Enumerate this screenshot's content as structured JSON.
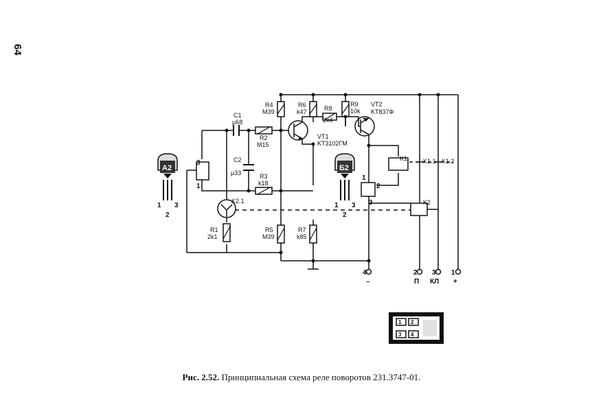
{
  "page_number": "64",
  "caption": {
    "label": "Рис. 2.52.",
    "text": "Принципиальная схема реле поворотов 231.3747-01."
  },
  "components": {
    "c1": {
      "ref": "C1",
      "value": "μ68"
    },
    "c2": {
      "ref": "C2",
      "value": "μ33"
    },
    "r1": {
      "ref": "R1",
      "value": "2k1"
    },
    "r2": {
      "ref": "R2",
      "value": "M15"
    },
    "r3": {
      "ref": "R3",
      "value": "k18"
    },
    "r4": {
      "ref": "R4",
      "value": "M39"
    },
    "r5": {
      "ref": "R5",
      "value": "M39"
    },
    "r6": {
      "ref": "R6",
      "value": "k47"
    },
    "r7": {
      "ref": "R7",
      "value": "k85"
    },
    "r8": {
      "ref": "R8",
      "value": "2k4"
    },
    "r9": {
      "ref": "R9",
      "value": "10k"
    },
    "vt1": {
      "ref": "VT1",
      "value": "KT3102ГМ"
    },
    "vt2": {
      "ref": "VT2",
      "value": "KT837Ф"
    },
    "k1": "K1",
    "k2": "K2",
    "k11": "K1.1",
    "k12": "K1.2",
    "k21": "K2.1"
  },
  "sensors": {
    "a2": {
      "label": "A2",
      "pins": [
        "1",
        "3",
        "2"
      ]
    },
    "b2": {
      "label": "Б2",
      "pins": [
        "1",
        "3",
        "2"
      ]
    }
  },
  "block_pins": {
    "left_3": "3",
    "left_1": "1",
    "right_1": "1",
    "right_2": "2",
    "right_3": "3"
  },
  "terminals": [
    {
      "number": "4",
      "label": "–"
    },
    {
      "number": "2",
      "label": "П"
    },
    {
      "number": "3",
      "label": "КЛ"
    },
    {
      "number": "1",
      "label": "+"
    }
  ],
  "connector": {
    "top": [
      "1",
      "2"
    ],
    "bottom": [
      "3",
      "4"
    ]
  }
}
